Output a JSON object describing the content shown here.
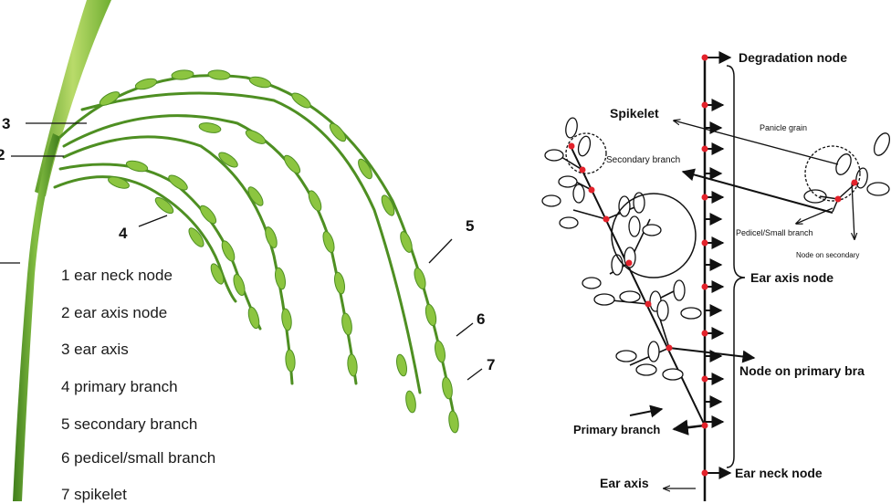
{
  "photo_panel": {
    "callouts": [
      "3",
      "2",
      "4",
      "5",
      "6",
      "7"
    ],
    "legend": [
      "1 ear neck node",
      "2 ear axis node",
      "3 ear axis",
      "4 primary branch",
      "5 secondary branch",
      "6 pedicel/small branch",
      "7 spikelet"
    ]
  },
  "schematic_panel": {
    "labels": {
      "degradation_node": "Degradation node",
      "spikelet": "Spikelet",
      "panicle_grain": "Panicle grain",
      "secondary_branch": "Secondary branch",
      "pedicel_small_branch": "Pedicel/Small branch",
      "node_on_secondary": "Node on secondary",
      "ear_axis_node": "Ear axis node",
      "node_on_primary": "Node on primary bra",
      "primary_branch": "Primary branch",
      "ear_neck_node": "Ear neck node",
      "ear_axis": "Ear axis"
    },
    "colors": {
      "node": "#e3222b",
      "line": "#111111"
    }
  }
}
